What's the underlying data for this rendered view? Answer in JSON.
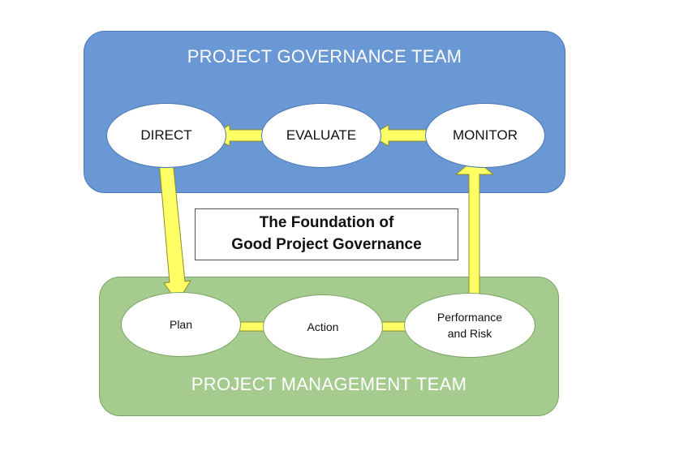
{
  "governance": {
    "title": "PROJECT GOVERNANCE TEAM",
    "nodes": {
      "direct": "DIRECT",
      "evaluate": "EVALUATE",
      "monitor": "MONITOR"
    }
  },
  "foundation": {
    "line1": "The Foundation of",
    "line2": "Good Project Governance"
  },
  "management": {
    "title": "PROJECT MANAGEMENT TEAM",
    "nodes": {
      "plan": "Plan",
      "action": "Action",
      "performance": "Performance\nand Risk"
    }
  },
  "colors": {
    "governance_panel": "#6a98d4",
    "management_panel": "#a6cb8f",
    "arrow_fill": "#ffff66"
  }
}
